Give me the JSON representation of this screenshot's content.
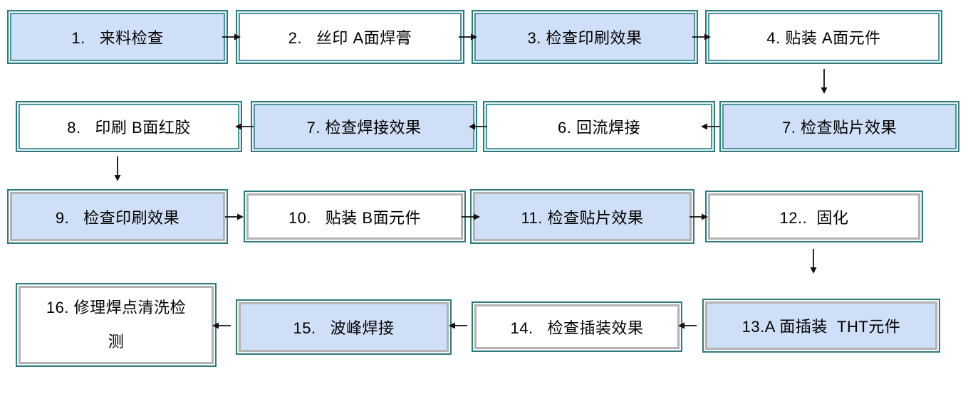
{
  "diagram": {
    "boxes": {
      "b1": {
        "label": "1.   来料检查"
      },
      "b2": {
        "label": "2.   丝印 A面焊膏"
      },
      "b3": {
        "label": "3. 检查印刷效果"
      },
      "b4": {
        "label": "4. 贴装 A面元件"
      },
      "b5": {
        "label": "7. 检查贴片效果"
      },
      "b6": {
        "label": "6. 回流焊接"
      },
      "b7": {
        "label": "7. 检查焊接效果"
      },
      "b8": {
        "label": "8.   印刷 B面红胶"
      },
      "b9": {
        "label": "9.   检查印刷效果"
      },
      "b10": {
        "label": "10.   贴装 B面元件"
      },
      "b11": {
        "label": "11. 检查贴片效果"
      },
      "b12": {
        "label": "12..  固化"
      },
      "b13": {
        "label": "13.A 面插装  THT元件"
      },
      "b14": {
        "label": "14.   检查插装效果"
      },
      "b15": {
        "label": "15.   波峰焊接"
      },
      "b16": {
        "label_line1": "16. 修理焊点清洗检",
        "label_line2": "测"
      }
    },
    "colors": {
      "box_fill_blue": "#cfdff7",
      "box_fill_white": "#ffffff",
      "border_teal_outer": "#2e7b7e",
      "border_teal_inner": "#4d93a0",
      "border_gray_inner": "#b3b3b3",
      "arrow": "#111111"
    }
  }
}
